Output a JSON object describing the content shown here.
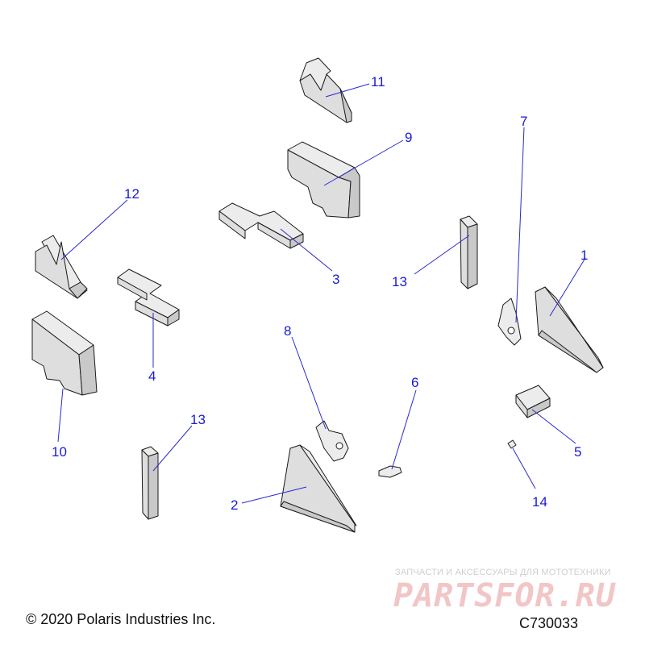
{
  "diagram": {
    "callouts": [
      "11",
      "9",
      "7",
      "12",
      "3",
      "13",
      "1",
      "8",
      "4",
      "6",
      "10",
      "13",
      "5",
      "2",
      "14"
    ]
  },
  "footer": {
    "copyright": "© 2020 Polaris Industries Inc.",
    "drawing_code": "C730033"
  },
  "watermark": {
    "tagline": "ЗАПЧАСТИ И АКСЕССУАРЫ ДЛЯ МОТОТЕХНИКИ",
    "brand": "PARTSFOR.RU"
  },
  "colors": {
    "callout": "#1a1ad6",
    "leader": "#2a2ad0",
    "watermark_brand": "#f2c6c6"
  }
}
